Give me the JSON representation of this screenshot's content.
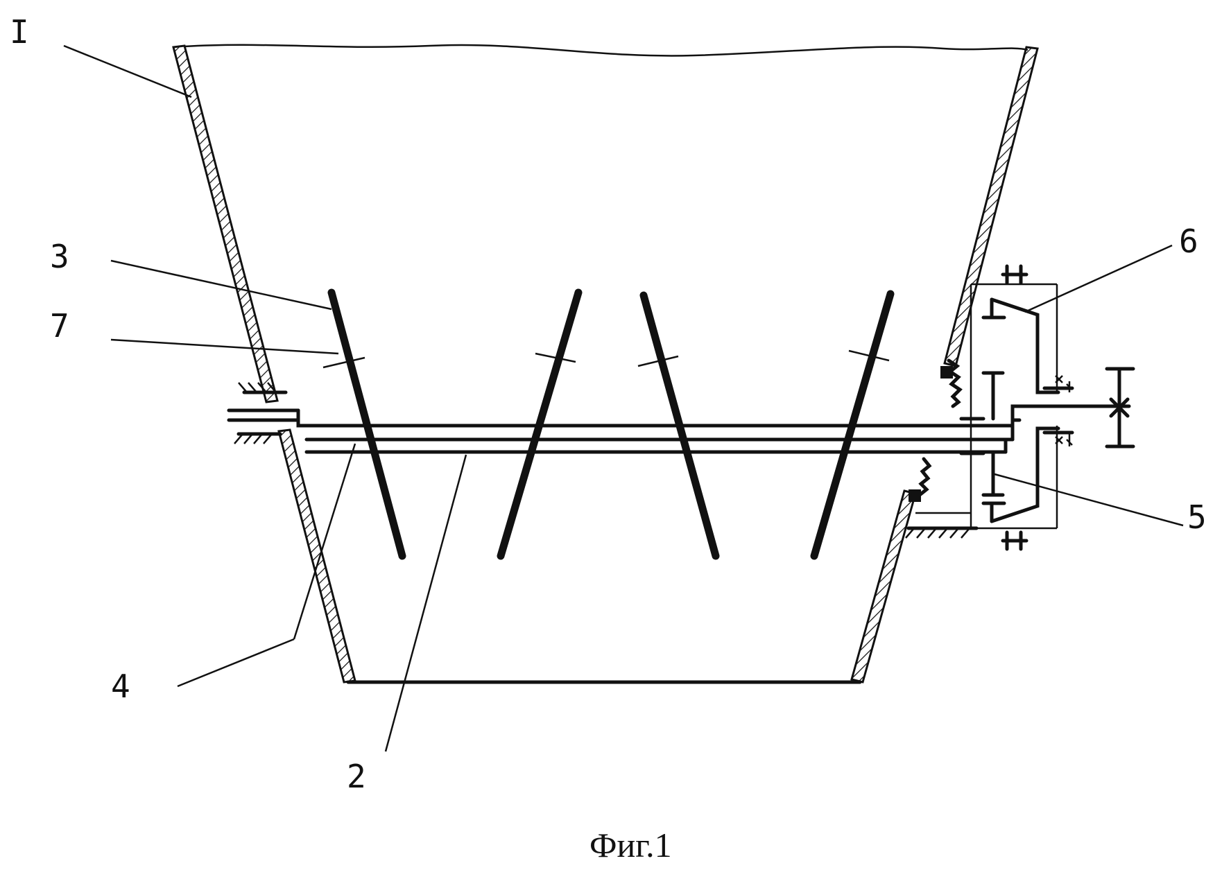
{
  "figure": {
    "caption": "Фиг.1",
    "labels": {
      "hopper": "I",
      "shaft": "2",
      "blade": "3",
      "tube": "4",
      "gear": "5",
      "carrier": "6",
      "crossbar": "7"
    }
  },
  "colors": {
    "ink": "#111111",
    "paper": "#ffffff"
  }
}
